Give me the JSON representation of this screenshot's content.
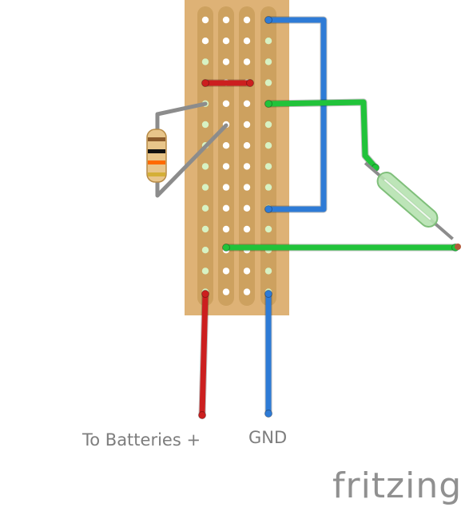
{
  "labels": {
    "batteries": "To Batteries +",
    "ground": "GND"
  },
  "logo": {
    "text": "fritzing"
  },
  "board": {
    "columns": 4,
    "rows": 14,
    "board_color": "#deb276",
    "strip_color": "#cda15f",
    "hole_color": "#ffffff",
    "connected_hole_color": "#d7f2c3"
  },
  "components": {
    "resistor": {
      "bands": [
        "#8a5a2b",
        "#111111",
        "#ff6a00",
        "#d4af37"
      ]
    },
    "reed_switch": {
      "glass_color": "#b6e2b0"
    }
  },
  "wire_colors": {
    "red": "#cc1f1f",
    "blue": "#2e7bd6",
    "green": "#21c33a",
    "gray": "#8c8c8c"
  }
}
